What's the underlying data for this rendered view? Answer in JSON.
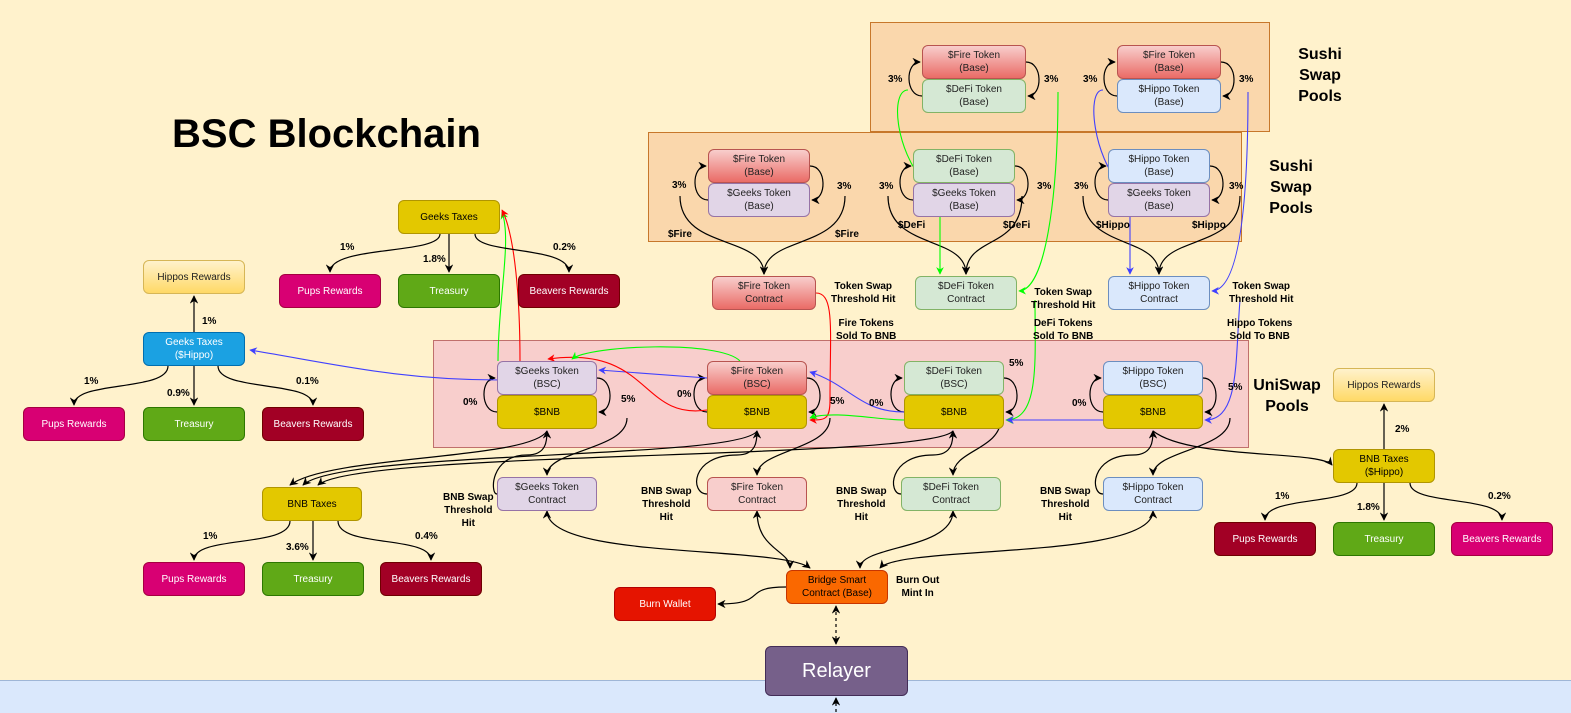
{
  "title": "BSC Blockchain",
  "groups": {
    "sushi_top": "Sushi\nSwap\nPools",
    "sushi_second": "Sushi\nSwap\nPools",
    "uniswap": "UniSwap\nPools"
  },
  "nodes": {
    "t_fire_base": "$Fire Token\n(Base)",
    "t_defi_base": "$DeFi Token\n(Base)",
    "t2_fire_base": "$Fire Token\n(Base)",
    "t2_hippo_base": "$Hippo Token\n(Base)",
    "s_fire_base": "$Fire Token\n(Base)",
    "s_geeks1": "$Geeks Token\n(Base)",
    "s_defi_base": "$DeFi Token\n(Base)",
    "s_geeks2": "$Geeks Token\n(Base)",
    "s_hippo_base": "$Hippo Token\n(Base)",
    "s_geeks3": "$Geeks Token\n(Base)",
    "fire_contract_base": "$Fire Token\nContract",
    "defi_contract_base": "$DeFi Token\nContract",
    "hippo_contract_base": "$Hippo Token\nContract",
    "u_geeks": "$Geeks Token\n(BSC)",
    "u_geeks_bnb": "$BNB",
    "u_fire": "$Fire Token\n(BSC)",
    "u_fire_bnb": "$BNB",
    "u_defi": "$DeFi Token\n(BSC)",
    "u_defi_bnb": "$BNB",
    "u_hippo": "$Hippo Token\n(BSC)",
    "u_hippo_bnb": "$BNB",
    "geeks_contract": "$Geeks Token\nContract",
    "fire_contract": "$Fire Token\nContract",
    "defi_contract": "$DeFi Token\nContract",
    "hippo_contract": "$Hippo Token\nContract",
    "bridge": "Bridge Smart\nContract (Base)",
    "burn_wallet": "Burn Wallet",
    "relayer": "Relayer",
    "geeks_taxes": "Geeks Taxes",
    "gt_pups": "Pups Rewards",
    "gt_treasury": "Treasury",
    "gt_beavers": "Beavers Rewards",
    "hippos_rewards_left": "Hippos Rewards",
    "geeks_taxes_hippo": "Geeks Taxes\n($Hippo)",
    "gth_pups": "Pups Rewards",
    "gth_treasury": "Treasury",
    "gth_beavers": "Beavers Rewards",
    "bnb_taxes": "BNB Taxes",
    "bt_pups": "Pups Rewards",
    "bt_treasury": "Treasury",
    "bt_beavers": "Beavers Rewards",
    "hippos_rewards_right": "Hippos Rewards",
    "bnb_taxes_hippo": "BNB Taxes\n($Hippo)",
    "bth_pups": "Pups Rewards",
    "bth_treasury": "Treasury",
    "bth_beavers": "Beavers Rewards"
  },
  "labels": {
    "top_3a": "3%",
    "top_3b": "3%",
    "top_3c": "3%",
    "top_3d": "3%",
    "s_3a": "3%",
    "s_3b": "3%",
    "s_3c": "3%",
    "s_3d": "3%",
    "s_3e": "3%",
    "s_3f": "3%",
    "fire_a": "$Fire",
    "fire_b": "$Fire",
    "defi_a": "$DeFi",
    "defi_b": "$DeFi",
    "hippo_a": "$Hippo",
    "hippo_b": "$Hippo",
    "tsth_fire": "Token Swap\nThreshold Hit",
    "tsth_defi": "Token Swap\nThreshold Hit",
    "tsth_hippo": "Token Swap\nThreshold Hit",
    "sold_fire": "Fire Tokens\nSold To BNB",
    "sold_defi": "DeFi Tokens\nSold To BNB",
    "sold_hippo": "Hippo Tokens\nSold To BNB",
    "u_0a": "0%",
    "u_0b": "0%",
    "u_0c": "0%",
    "u_0d": "0%",
    "u_5a": "5%",
    "u_5b": "5%",
    "u_5c": "5%",
    "u_5d": "5%",
    "bnbth_geeks": "BNB Swap\nThreshold\nHit",
    "bnbth_fire": "BNB Swap\nThreshold\nHit",
    "bnbth_defi": "BNB Swap\nThreshold\nHit",
    "bnbth_hippo": "BNB Swap\nThreshold\nHit",
    "burn_mint": "Burn Out\nMint In",
    "gt_1": "1%",
    "gt_18": "1.8%",
    "gt_02": "0.2%",
    "gth_hippo": "1%",
    "gth_1": "1%",
    "gth_09": "0.9%",
    "gth_01": "0.1%",
    "bt_1": "1%",
    "bt_36": "3.6%",
    "bt_04": "0.4%",
    "bth_hippo": "2%",
    "bth_1": "1%",
    "bth_18": "1.8%",
    "bth_02": "0.2%"
  },
  "colors": {
    "background": "#fff2cc",
    "sushi_pool": "#fad7ac",
    "uniswap_pool": "#f8cecc",
    "base_chain": "#dae8fc",
    "fire_flow": "#ff0000",
    "defi_flow": "#00ff00",
    "hippo_flow": "#4040ff"
  }
}
